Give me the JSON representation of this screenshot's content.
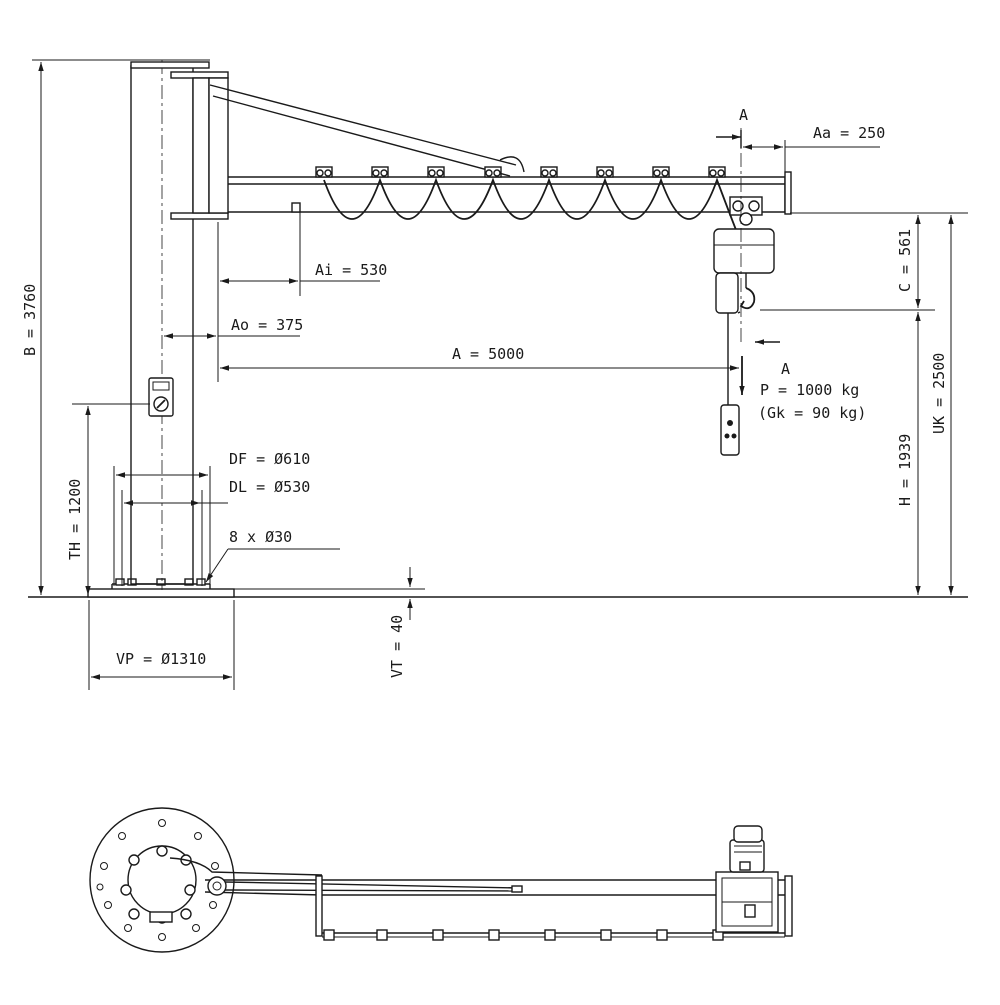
{
  "labels": {
    "b": "B = 3760",
    "th": "TH = 1200",
    "ai": "Ai = 530",
    "ao": "Ao = 375",
    "a": "A = 5000",
    "aa": "Aa = 250",
    "section_a_top": "A",
    "section_a_bottom": "A",
    "c": "C = 561",
    "uk": "UK = 2500",
    "h": "H = 1939",
    "p": "P = 1000 kg",
    "gk": "(Gk = 90 kg)",
    "df": "DF = Ø610",
    "dl": "DL = Ø530",
    "bolts": "8 x Ø30",
    "vp": "VP = Ø1310",
    "vt": "VT = 40"
  },
  "colors": {
    "line": "#1a1a1a",
    "background": "#ffffff"
  }
}
